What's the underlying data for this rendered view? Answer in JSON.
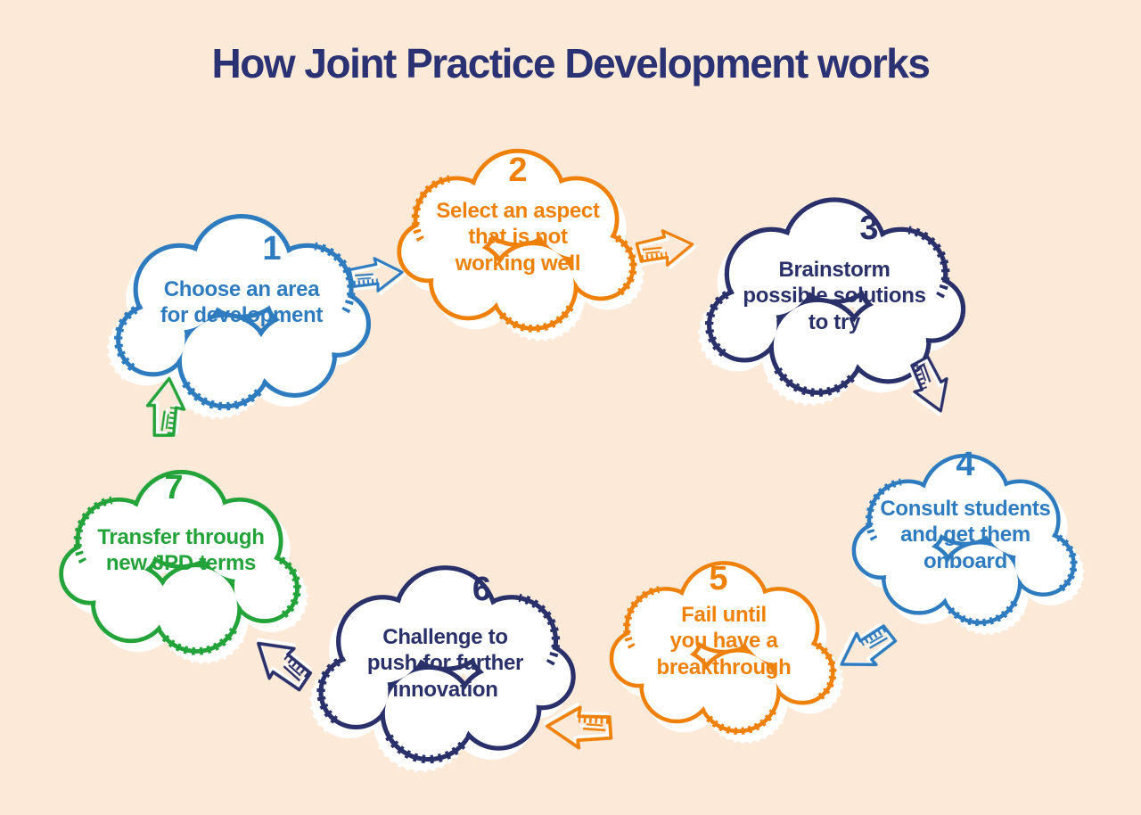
{
  "title": "How Joint Practice Development works",
  "colors": {
    "background": "#fce9d8",
    "title": "#2b3273",
    "blue": "#2e7cbf",
    "orange": "#ef8109",
    "navy": "#2a3069",
    "green": "#23a339"
  },
  "steps": [
    {
      "number": "1",
      "label": "Choose an area\nfor development",
      "color": "blue"
    },
    {
      "number": "2",
      "label": "Select an aspect\nthat is not\nworking well",
      "color": "orange"
    },
    {
      "number": "3",
      "label": "Brainstorm\npossible solutions\nto try",
      "color": "navy"
    },
    {
      "number": "4",
      "label": "Consult students\nand get them\nonboard",
      "color": "blue"
    },
    {
      "number": "5",
      "label": "Fail until\nyou have a\nbreakthrough",
      "color": "orange"
    },
    {
      "number": "6",
      "label": "Challenge to\npush for further\ninnovation",
      "color": "navy"
    },
    {
      "number": "7",
      "label": "Transfer through\nnew JPD terms",
      "color": "green"
    }
  ],
  "arrows": [
    {
      "name": "arrow-1-to-2",
      "direction": "right",
      "color": "blue"
    },
    {
      "name": "arrow-2-to-3",
      "direction": "right",
      "color": "orange"
    },
    {
      "name": "arrow-3-to-4",
      "direction": "down-right",
      "color": "navy"
    },
    {
      "name": "arrow-4-to-5",
      "direction": "down-left",
      "color": "blue"
    },
    {
      "name": "arrow-5-to-6",
      "direction": "left",
      "color": "orange"
    },
    {
      "name": "arrow-6-to-7",
      "direction": "up-left",
      "color": "navy"
    },
    {
      "name": "arrow-7-to-1",
      "direction": "up",
      "color": "green"
    }
  ]
}
